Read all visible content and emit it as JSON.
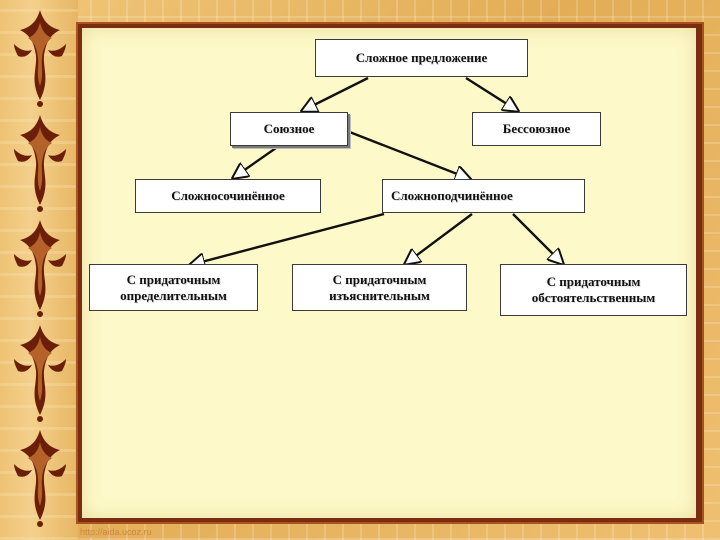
{
  "diagram": {
    "root": "Сложное предложение",
    "union": "Союзное",
    "nonunion": "Бессоюзное",
    "compound": "Сложносочинённое",
    "complex": "Сложноподчинённое",
    "attributive": [
      "С придаточным",
      "определительным"
    ],
    "explanatory": [
      "С придаточным",
      "изъяснительным"
    ],
    "adverbial": [
      "С придаточным",
      "обстоятельственным"
    ]
  },
  "footer": {
    "watermark": "http://aida.ucoz.ru"
  },
  "colors": {
    "frame": "#7a2d10",
    "panel": "#fdf9c8",
    "ornament": "#6b1f08",
    "arrow": "#111111"
  },
  "icons": {
    "ornament": "arabesque-ornament-icon"
  }
}
